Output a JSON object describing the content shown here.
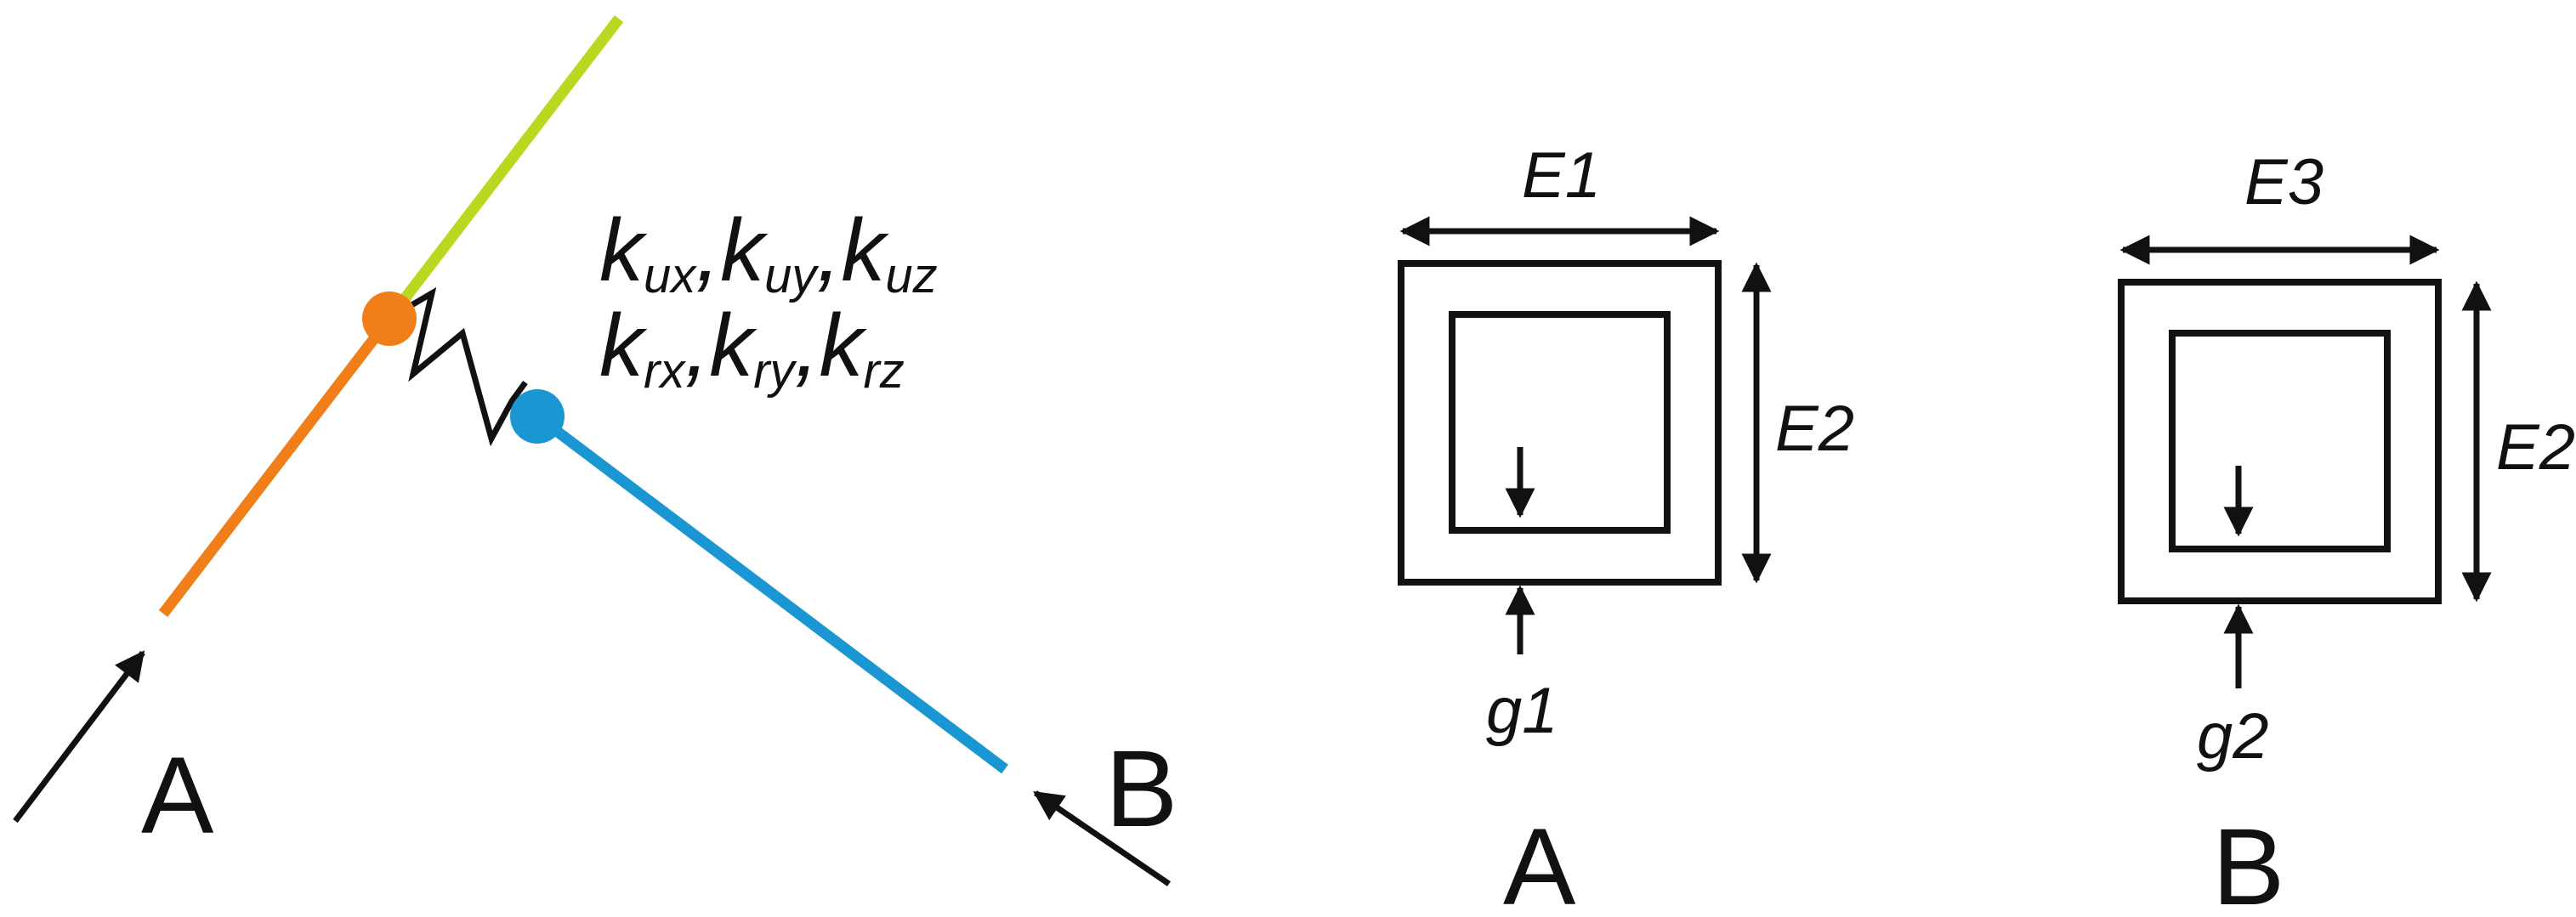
{
  "joint_diagram": {
    "label_a": "A",
    "label_b": "B",
    "stiffness_translational": [
      "k",
      "ux",
      "k",
      "uy",
      "k",
      "uz"
    ],
    "stiffness_rotational": [
      "k",
      "rx",
      "k",
      "ry",
      "k",
      "rz"
    ],
    "separator": ","
  },
  "section_a": {
    "label": "A",
    "width_dim": "E1",
    "height_dim": "E2",
    "gap_dim": "g1"
  },
  "section_b": {
    "label": "B",
    "width_dim": "E3",
    "height_dim": "E2",
    "gap_dim": "g2"
  },
  "colors": {
    "upper_member": "#b9d81f",
    "lower_member_a": "#f07f1a",
    "member_b": "#1a96d2",
    "ink": "#111111"
  }
}
